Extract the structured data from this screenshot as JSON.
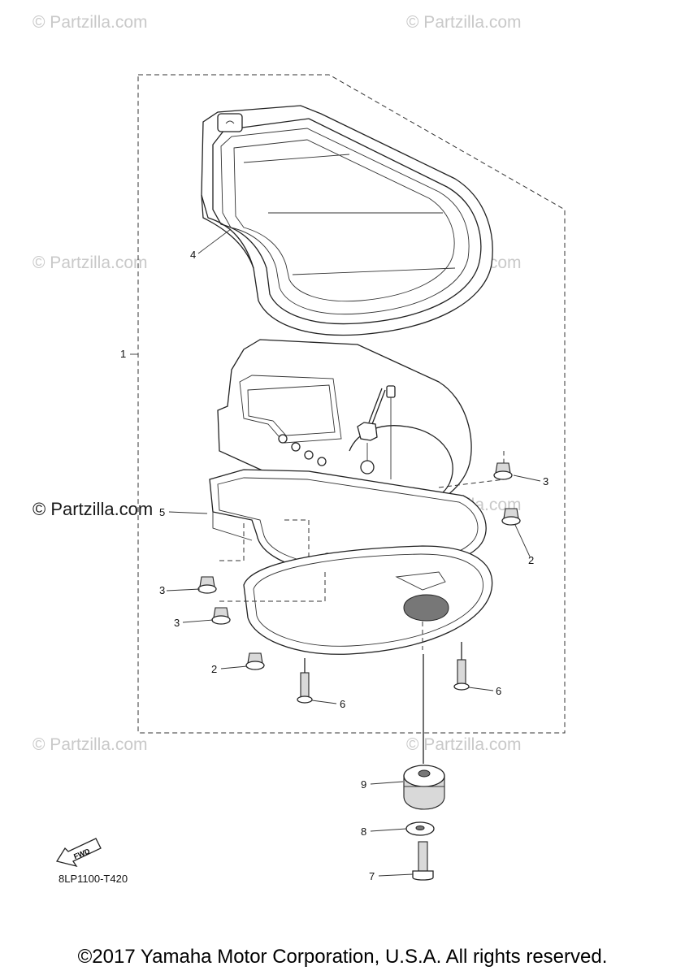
{
  "watermarks": {
    "small": "© Partzilla.com",
    "prominent": "© Partzilla.com"
  },
  "callouts": [
    {
      "id": "1",
      "label": "1"
    },
    {
      "id": "4",
      "label": "4"
    },
    {
      "id": "5",
      "label": "5"
    },
    {
      "id": "3a",
      "label": "3"
    },
    {
      "id": "3b",
      "label": "3"
    },
    {
      "id": "3c",
      "label": "3"
    },
    {
      "id": "2a",
      "label": "2"
    },
    {
      "id": "2b",
      "label": "2"
    },
    {
      "id": "6a",
      "label": "6"
    },
    {
      "id": "6b",
      "label": "6"
    },
    {
      "id": "9",
      "label": "9"
    },
    {
      "id": "8",
      "label": "8"
    },
    {
      "id": "7",
      "label": "7"
    }
  ],
  "fwd_label": "FWD",
  "diagram_code": "8LP1100-T420",
  "copyright": "©2017 Yamaha Motor Corporation, U.S.A. All rights reserved."
}
